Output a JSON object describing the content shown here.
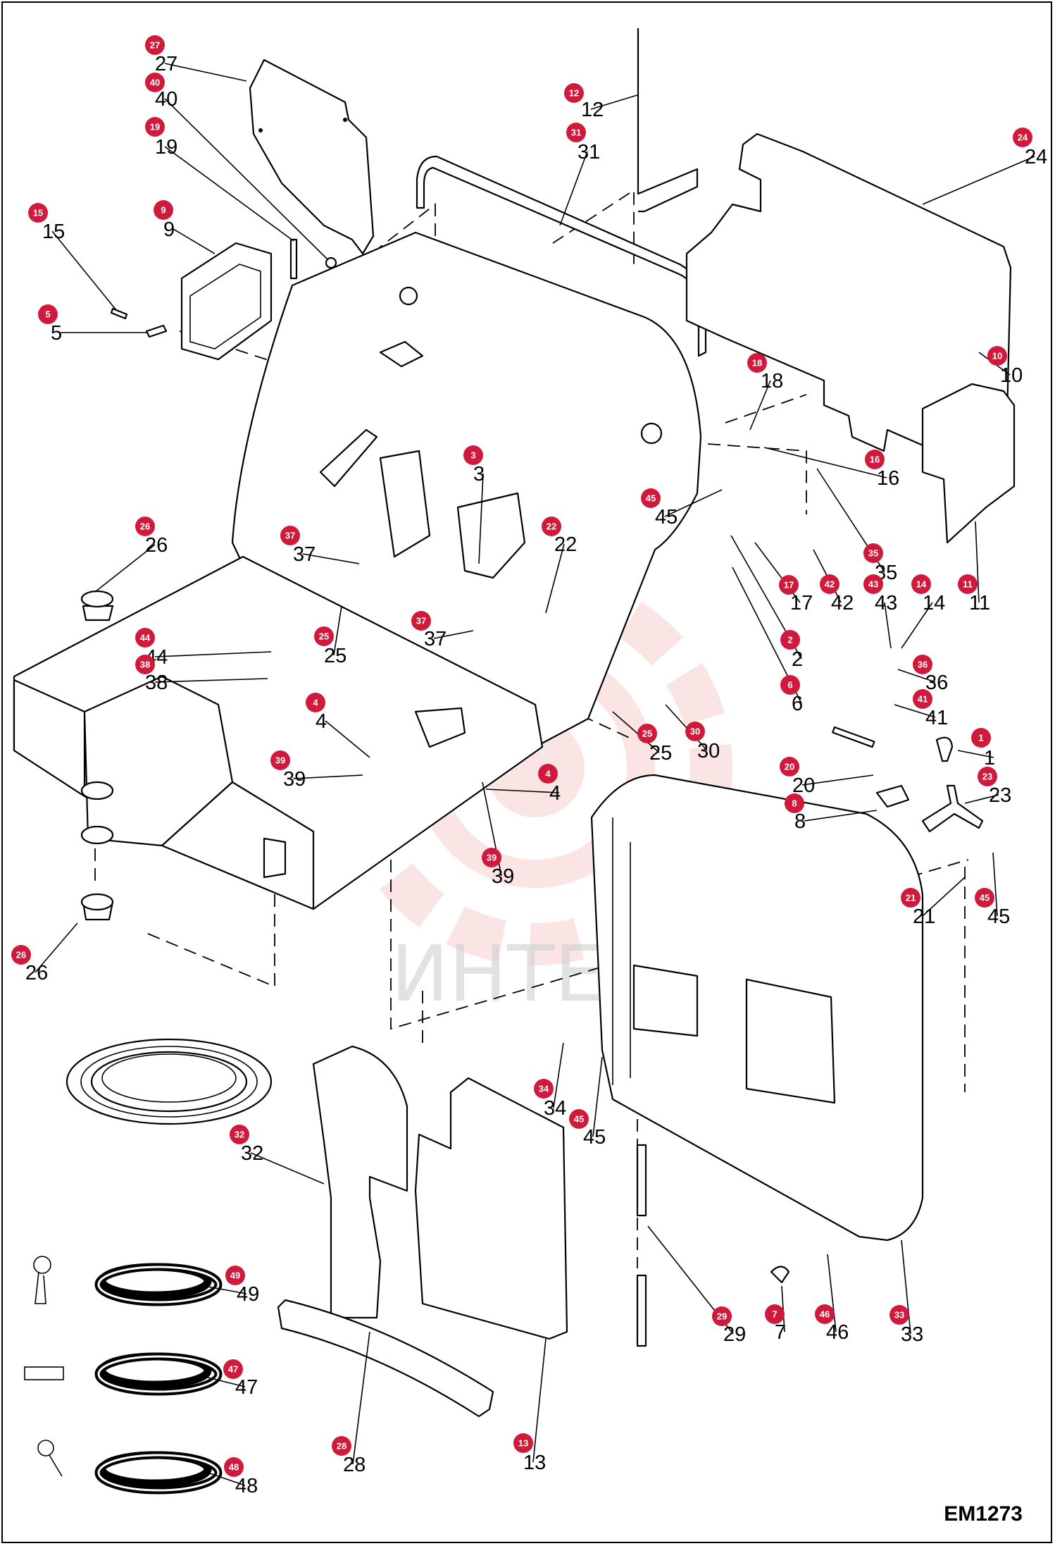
{
  "drawing_code": "EM1273",
  "watermark_text": "ИНТЕХ",
  "colors": {
    "callout_bubble": "#d01a3c",
    "watermark": "#f2b3b3",
    "line": "#000000"
  },
  "callouts": [
    {
      "id": "c27",
      "number": "27"
    },
    {
      "id": "c40",
      "number": "40"
    },
    {
      "id": "c19",
      "number": "19"
    },
    {
      "id": "c15",
      "number": "15"
    },
    {
      "id": "c9",
      "number": "9"
    },
    {
      "id": "c5",
      "number": "5"
    },
    {
      "id": "c12",
      "number": "12"
    },
    {
      "id": "c31",
      "number": "31"
    },
    {
      "id": "c24",
      "number": "24"
    },
    {
      "id": "c10",
      "number": "10"
    },
    {
      "id": "c18",
      "number": "18"
    },
    {
      "id": "c16",
      "number": "16"
    },
    {
      "id": "c3",
      "number": "3"
    },
    {
      "id": "c45a",
      "number": "45"
    },
    {
      "id": "c35",
      "number": "35"
    },
    {
      "id": "c22",
      "number": "22"
    },
    {
      "id": "c37a",
      "number": "37"
    },
    {
      "id": "c26a",
      "number": "26"
    },
    {
      "id": "c17",
      "number": "17"
    },
    {
      "id": "c42",
      "number": "42"
    },
    {
      "id": "c43",
      "number": "43"
    },
    {
      "id": "c14",
      "number": "14"
    },
    {
      "id": "c11",
      "number": "11"
    },
    {
      "id": "c25a",
      "number": "25"
    },
    {
      "id": "c37b",
      "number": "37"
    },
    {
      "id": "c2",
      "number": "2"
    },
    {
      "id": "c44",
      "number": "44"
    },
    {
      "id": "c38",
      "number": "38"
    },
    {
      "id": "c36",
      "number": "36"
    },
    {
      "id": "c6",
      "number": "6"
    },
    {
      "id": "c41",
      "number": "41"
    },
    {
      "id": "c4a",
      "number": "4"
    },
    {
      "id": "c39a",
      "number": "39"
    },
    {
      "id": "c25b",
      "number": "25"
    },
    {
      "id": "c30",
      "number": "30"
    },
    {
      "id": "c1",
      "number": "1"
    },
    {
      "id": "c20",
      "number": "20"
    },
    {
      "id": "c23",
      "number": "23"
    },
    {
      "id": "c4b",
      "number": "4"
    },
    {
      "id": "c8",
      "number": "8"
    },
    {
      "id": "c39b",
      "number": "39"
    },
    {
      "id": "c21",
      "number": "21"
    },
    {
      "id": "c45b",
      "number": "45"
    },
    {
      "id": "c26b",
      "number": "26"
    },
    {
      "id": "c34",
      "number": "34"
    },
    {
      "id": "c45c",
      "number": "45"
    },
    {
      "id": "c32",
      "number": "32"
    },
    {
      "id": "c49",
      "number": "49"
    },
    {
      "id": "c29",
      "number": "29"
    },
    {
      "id": "c7",
      "number": "7"
    },
    {
      "id": "c46",
      "number": "46"
    },
    {
      "id": "c33",
      "number": "33"
    },
    {
      "id": "c47",
      "number": "47"
    },
    {
      "id": "c28",
      "number": "28"
    },
    {
      "id": "c13",
      "number": "13"
    },
    {
      "id": "c48",
      "number": "48"
    }
  ]
}
